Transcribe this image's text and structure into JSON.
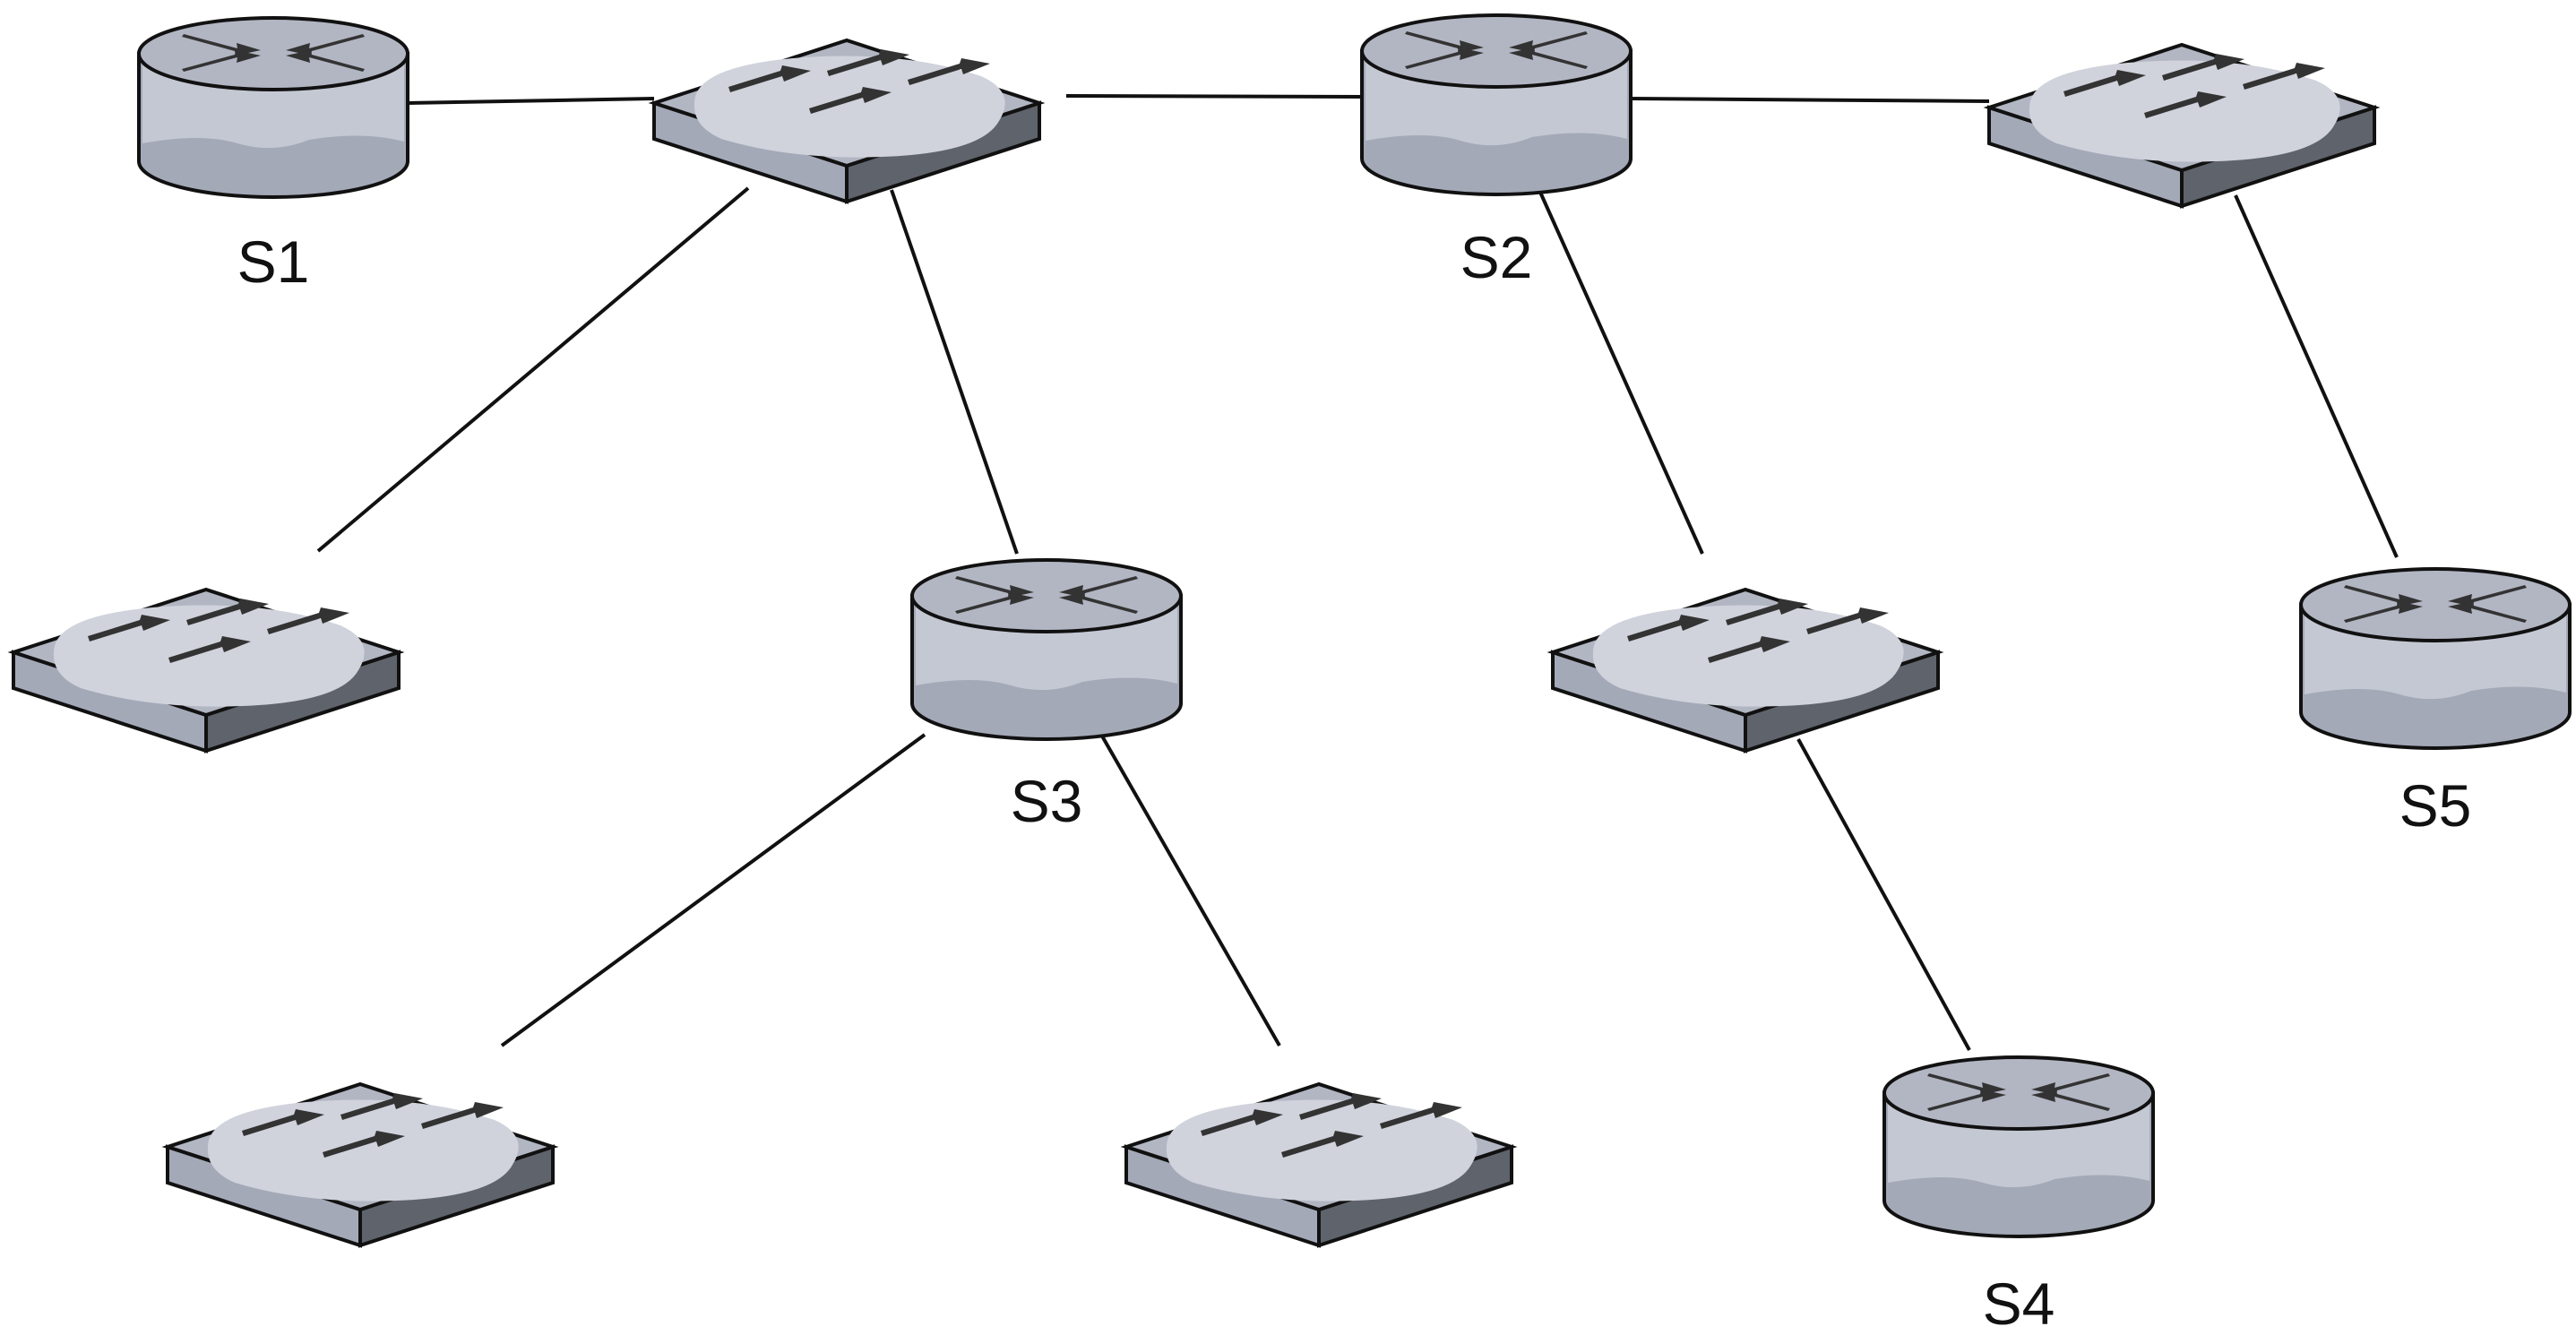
{
  "diagram": {
    "labels": {
      "s1": "S1",
      "s2": "S2",
      "s3": "S3",
      "s4": "S4",
      "s5": "S5"
    },
    "colors": {
      "device_top": "#c4c8d3",
      "device_highlight": "#d8dbe4",
      "device_side": "#a4a9b8",
      "device_side_dark": "#5f636b",
      "device_outline": "#111111",
      "arrow": "#333333",
      "link": "#111111"
    },
    "icons": {
      "router": "router-icon",
      "switch": "switch-icon"
    }
  }
}
